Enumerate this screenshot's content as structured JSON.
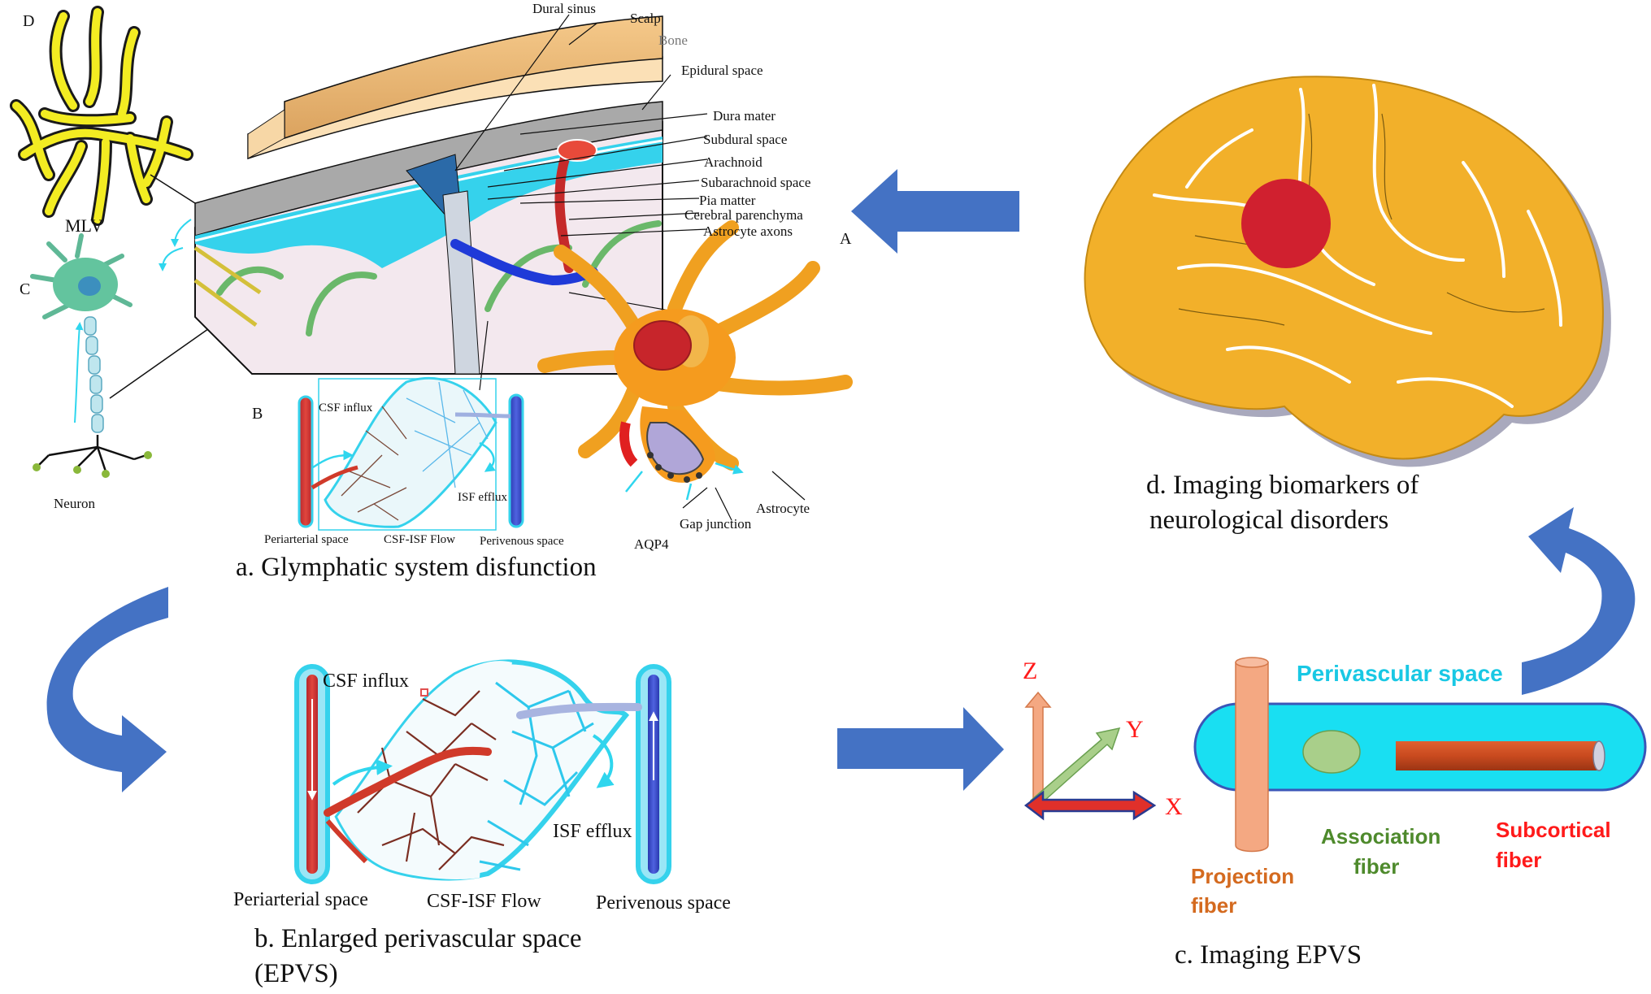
{
  "panel_a": {
    "caption": "a. Glymphatic system disfunction",
    "letter_A": "A",
    "letter_B": "B",
    "letter_C": "C",
    "letter_D": "D",
    "mlv": "MLV",
    "neuron": "Neuron",
    "layers": {
      "dural_sinus": "Dural sinus",
      "scalp": "Scalp",
      "bone": "Bone",
      "epidural_space": "Epidural space",
      "dura_mater": "Dura mater",
      "subdural_space": "Subdural space",
      "arachnoid": "Arachnoid",
      "subarachnoid_space": "Subarachnoid space",
      "pia_matter": "Pia matter",
      "cerebral_parenchyma": "Cerebral parenchyma",
      "astrocyte_axons": "Astrocyte axons"
    },
    "inset": {
      "csf_influx": "CSF influx",
      "isf_efflux": "ISF efflux",
      "periarterial_space": "Periarterial space",
      "csf_isf_flow": "CSF-ISF Flow",
      "perivenous_space": "Perivenous space"
    },
    "astrocyte": {
      "astrocyte": "Astrocyte",
      "gap_junction": "Gap junction",
      "aqp4": "AQP4"
    }
  },
  "panel_b": {
    "caption_line1": "b. Enlarged perivascular space",
    "caption_line2": "(EPVS)",
    "csf_influx": "CSF influx",
    "isf_efflux": "ISF efflux",
    "periarterial_space": "Periarterial space",
    "csf_isf_flow": "CSF-ISF Flow",
    "perivenous_space": "Perivenous space"
  },
  "panel_c": {
    "caption": "c. Imaging EPVS",
    "axis_z": "Z",
    "axis_y": "Y",
    "axis_x": "X",
    "perivascular_space": "Perivascular space",
    "association_line1": "Association",
    "association_line2": "fiber",
    "projection_line1": "Projection",
    "projection_line2": "fiber",
    "subcortical_line1": "Subcortical",
    "subcortical_line2": "fiber"
  },
  "panel_d": {
    "caption_line1": "d. Imaging biomarkers of",
    "caption_line2": "neurological disorders"
  },
  "colors": {
    "arrow_blue": "#4472c4",
    "csf_cyan": "#2fd6ee",
    "artery_red": "#d03a2a",
    "vein_blue": "#3a4fc8",
    "brain_orange": "#f2b02a",
    "lesion_red": "#d0202f",
    "projection_orange": "#f4a882",
    "association_green": "#a9cf8a",
    "subcortical_red": "#c94a1f",
    "label_cyan": "#19c8e4",
    "label_orange": "#d46a1f",
    "label_green": "#4e8a2c",
    "label_red": "#ff1a1a"
  }
}
